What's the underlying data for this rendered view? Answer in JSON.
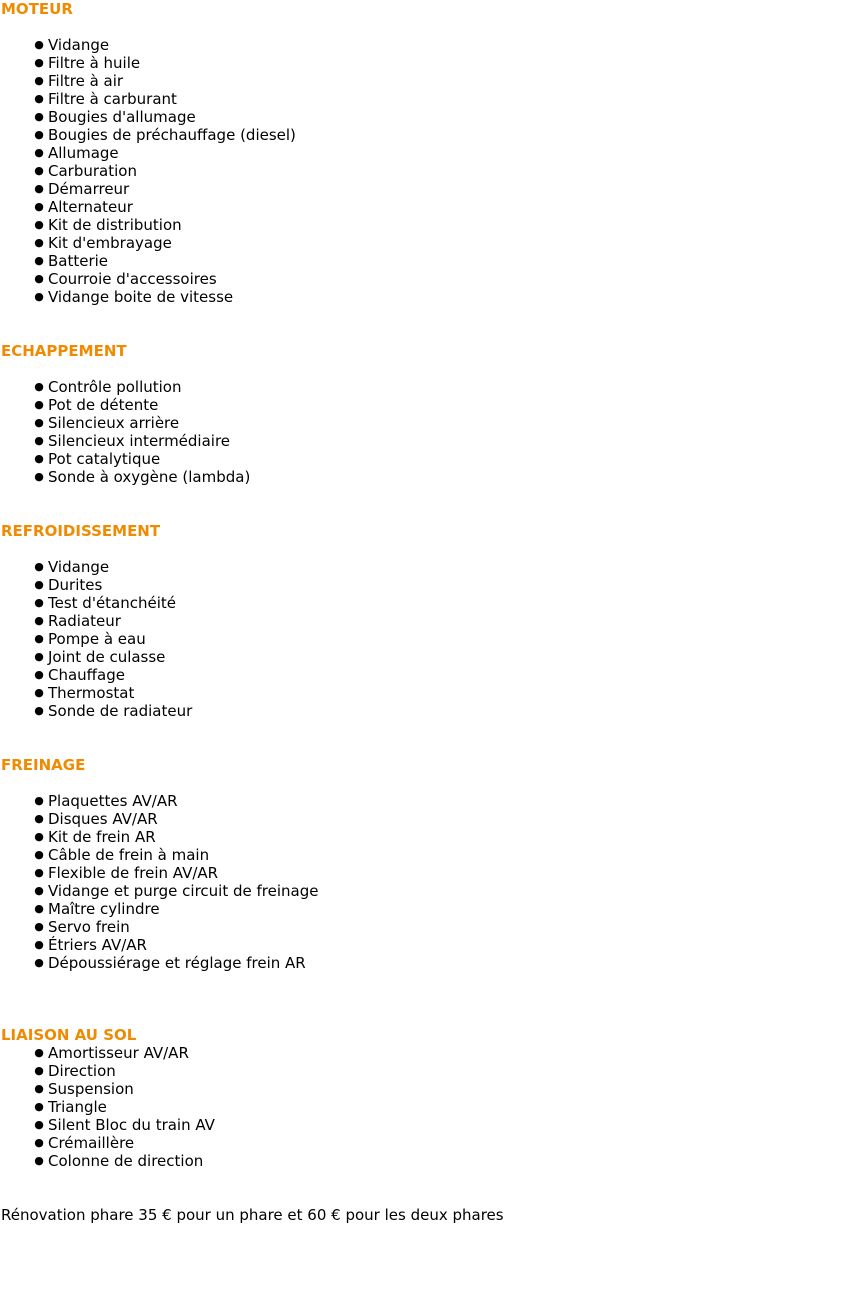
{
  "colors": {
    "heading": "#f08a00",
    "text": "#000000",
    "background": "#ffffff"
  },
  "bullet_glyph": "●",
  "sections": [
    {
      "title": "MOTEUR",
      "items": [
        "Vidange",
        "Filtre à huile",
        "Filtre à air",
        "Filtre à carburant",
        "Bougies d'allumage",
        "Bougies de préchauffage (diesel)",
        "Allumage",
        "Carburation",
        "Démarreur",
        "Alternateur",
        "Kit de distribution",
        "Kit d'embrayage",
        "Batterie",
        "Courroie d'accessoires",
        "Vidange boite de vitesse"
      ]
    },
    {
      "title": "ECHAPPEMENT",
      "items": [
        "Contrôle pollution",
        "Pot de détente",
        "Silencieux arrière",
        "Silencieux intermédiaire",
        "Pot catalytique",
        "Sonde à oxygène (lambda)"
      ]
    },
    {
      "title": "REFROIDISSEMENT",
      "items": [
        "Vidange",
        "Durites",
        "Test d'étanchéité",
        "Radiateur",
        "Pompe à eau",
        "Joint de culasse",
        "Chauffage",
        "Thermostat",
        "Sonde de radiateur"
      ]
    },
    {
      "title": "FREINAGE",
      "items": [
        "Plaquettes AV/AR",
        "Disques AV/AR",
        "Kit de frein AR",
        "Câble de frein à main",
        "Flexible de frein AV/AR",
        "Vidange et purge circuit de freinage",
        "Maître cylindre",
        "Servo frein",
        "Étriers AV/AR",
        "Dépoussiérage et réglage frein AR"
      ]
    },
    {
      "title": "LIAISON AU SOL",
      "items": [
        "Amortisseur AV/AR",
        "Direction",
        "Suspension",
        "Triangle",
        "Silent Bloc du train AV",
        "Crémaillère",
        "Colonne de direction"
      ]
    }
  ],
  "footer_note": "Rénovation phare 35 € pour un phare et 60 € pour les deux phares"
}
